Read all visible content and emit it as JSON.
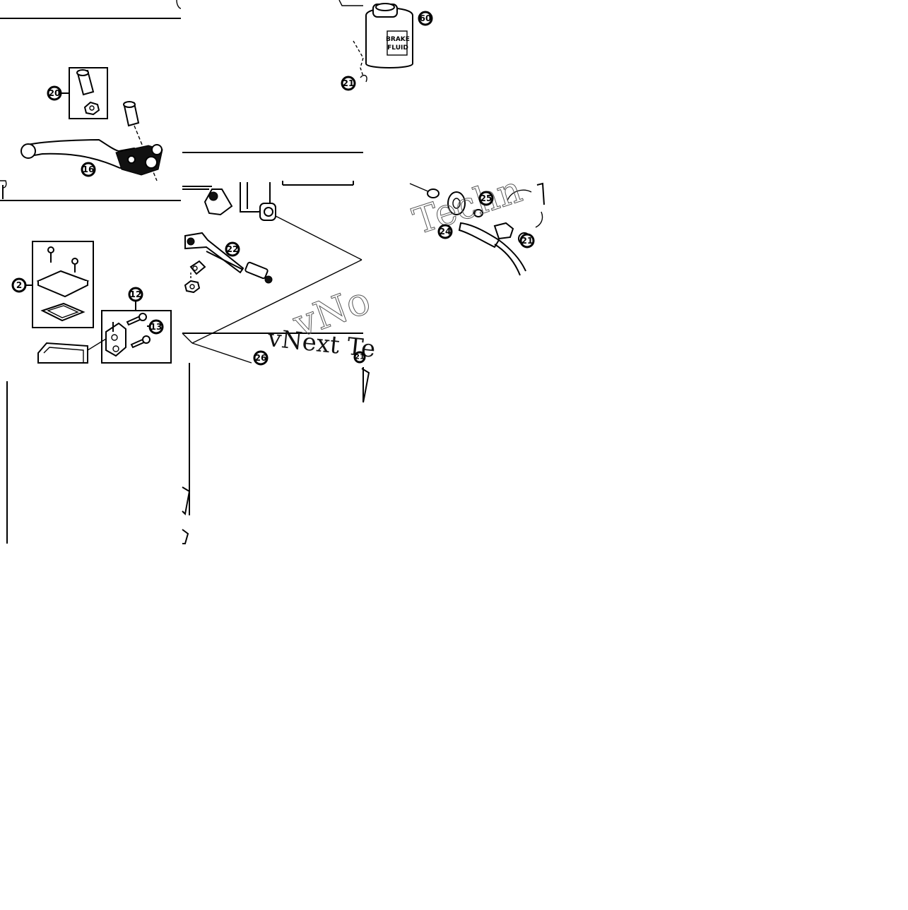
{
  "diagram": {
    "callouts": {
      "c60": "60",
      "c21a": "21",
      "c20": "20",
      "c16": "16",
      "c22": "22",
      "c26": "26",
      "c25": "25",
      "c24": "24",
      "c21b": "21",
      "c2": "2",
      "c12": "12",
      "c13": "13",
      "c21c": "21"
    },
    "brake_fluid_can": {
      "line1": "BRAKE",
      "line2": "FLUID"
    },
    "watermark": {
      "text1": "vNext Te",
      "text2": "vNo",
      "text3": "Techn"
    }
  }
}
